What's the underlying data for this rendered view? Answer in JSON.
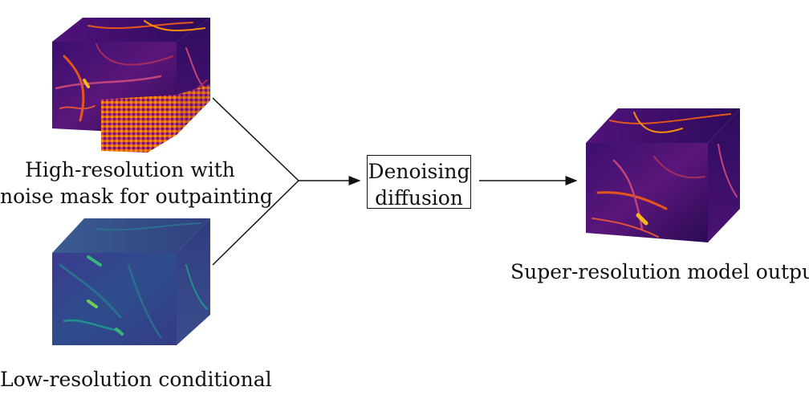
{
  "nodes": {
    "hires": {
      "caption_line1": "High-resolution with",
      "caption_line2": "noise mask for outpainting",
      "colormap": "inferno"
    },
    "lowres": {
      "caption": "Low-resolution conditional",
      "colormap": "viridis"
    },
    "diffusion": {
      "line1": "Denoising",
      "line2": "diffusion"
    },
    "output": {
      "caption": "Super-resolution model output",
      "colormap": "inferno"
    }
  },
  "colors": {
    "inferno_dark": "#1b0c41",
    "inferno_mid": "#6a176e",
    "inferno_hot": "#e6561c",
    "inferno_bright": "#fcb519",
    "viridis_dark": "#30317a",
    "viridis_mid": "#2b6e8e",
    "viridis_bright": "#35b779",
    "line": "#111111"
  }
}
